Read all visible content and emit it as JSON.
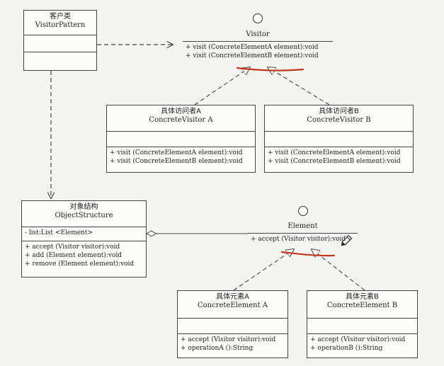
{
  "client": {
    "cn": "客户类",
    "en": "VisitorPattern"
  },
  "visitor": {
    "name": "Visitor",
    "ops": [
      "+ visit (ConcreteElementA element):void",
      "+ visit (ConcreteElementB element):void"
    ]
  },
  "visitor_a": {
    "cn": "具体访问者A",
    "en": "ConcreteVisitor A",
    "ops": [
      "+ visit (ConcreteElementA element):void",
      "+ visit (ConcreteElementB element):void"
    ]
  },
  "visitor_b": {
    "cn": "具体访问者B",
    "en": "ConcreteVisitor B",
    "ops": [
      "+ visit (ConcreteElementA element):void",
      "+ visit (ConcreteElementB element):void"
    ]
  },
  "object_structure": {
    "cn": "对象结构",
    "en": "ObjectStructure",
    "attrs": [
      "- list:List <Element>"
    ],
    "ops": [
      "+ accept (Visitor visitor):void",
      "+ add (Element element):void",
      "+ remove (Element element):void"
    ]
  },
  "element": {
    "name": "Element",
    "ops": [
      "+ accept (Visitor visitor):void"
    ]
  },
  "element_a": {
    "cn": "具体元素A",
    "en": "ConcreteElement A",
    "ops": [
      "+ accept (Visitor visitor):void",
      "+ operationA ():String"
    ]
  },
  "element_b": {
    "cn": "具体元素B",
    "en": "ConcreteElement B",
    "ops": [
      "+ accept (Visitor visitor):void",
      "+ operationB ():String"
    ]
  },
  "colors": {
    "annotation": "#c0391b",
    "line": "#444444"
  }
}
